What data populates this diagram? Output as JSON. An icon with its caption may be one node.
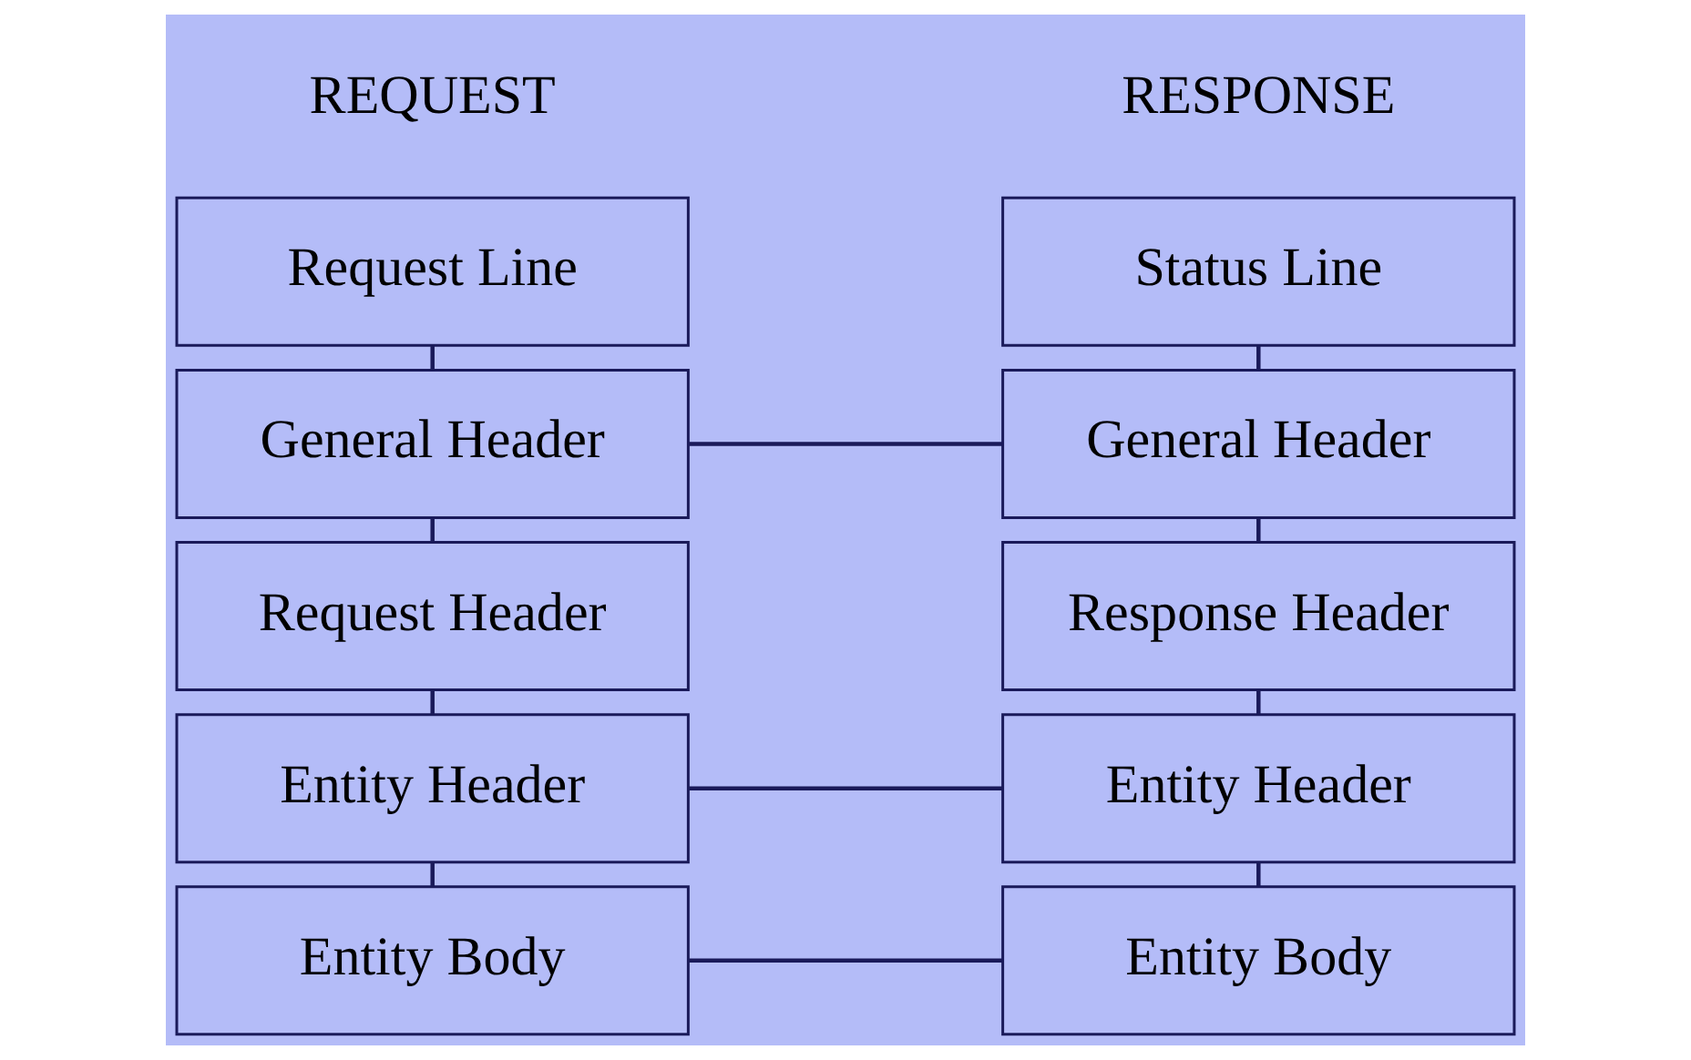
{
  "diagram": {
    "nodes": [
      {
        "text": [
          "Request Line"
        ]
      },
      {
        "text": [
          "General Header"
        ]
      },
      {
        "text": [
          "Request Header"
        ]
      },
      {
        "text": [
          "Entity Header"
        ]
      },
      {
        "text": [
          "Entity Body"
        ]
      },
      {
        "text": [
          "Status Line"
        ]
      },
      {
        "text": [
          "General Header"
        ]
      },
      {
        "text": [
          "Response Header"
        ]
      },
      {
        "text": [
          "Entity Header"
        ]
      },
      {
        "text": [
          "Entity Body"
        ]
      }
    ],
    "edges": [
      {
        "from": 0,
        "to": 1,
        "arrow": "none"
      },
      {
        "from": 1,
        "to": 2,
        "arrow": "none"
      },
      {
        "from": 2,
        "to": 3,
        "arrow": "none"
      },
      {
        "from": 3,
        "to": 4,
        "arrow": "none"
      },
      {
        "from": 5,
        "to": 6,
        "arrow": "none"
      },
      {
        "from": 6,
        "to": 7,
        "arrow": "none"
      },
      {
        "from": 7,
        "to": 8,
        "arrow": "none"
      },
      {
        "from": 8,
        "to": 9,
        "arrow": "none"
      },
      {
        "from": 1,
        "to": 6,
        "arrow": "none"
      },
      {
        "from": 3,
        "to": 8,
        "arrow": "none"
      },
      {
        "from": 4,
        "to": 9,
        "arrow": "none"
      }
    ],
    "labels": [
      "REQUEST",
      "RESPONSE"
    ]
  }
}
